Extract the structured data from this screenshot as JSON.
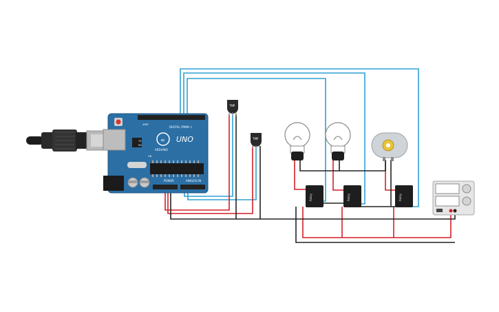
{
  "arduino": {
    "brand": "ARDUINO",
    "model": "UNO",
    "digital_header_label": "DIGITAL (PWM~)",
    "analog_header_label": "ANALOG IN",
    "power_header_label": "POWER",
    "led_labels": [
      "TX",
      "RX"
    ],
    "on_label": "ON",
    "aref_label": "AREF"
  },
  "sensors": [
    {
      "label": "TMP"
    },
    {
      "label": "TMP"
    }
  ],
  "relays": [
    {
      "label": "Relay"
    },
    {
      "label": "Relay"
    },
    {
      "label": "Relay"
    }
  ],
  "power_supply": {
    "readouts": [
      "",
      ""
    ]
  },
  "colors": {
    "board": "#2b6fa5",
    "wire_signal": "#2ea0d2",
    "wire_power": "#d21f26",
    "wire_ground": "#222222",
    "relay_body": "#1e1e1e",
    "bulb_glass": "#ffffff",
    "motor": "#cfd4d8"
  }
}
